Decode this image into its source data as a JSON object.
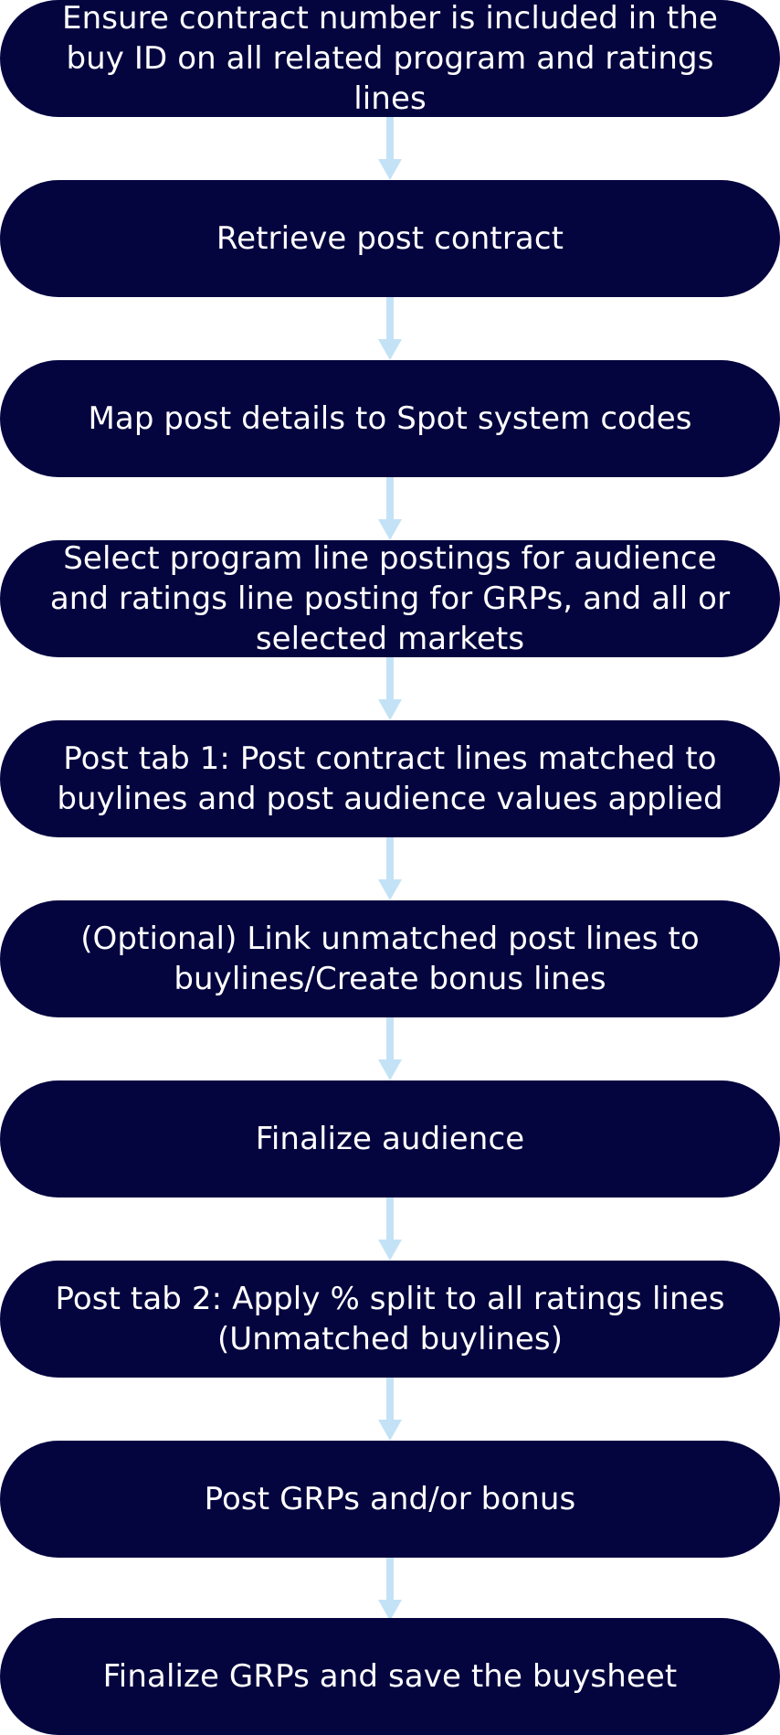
{
  "diagram": {
    "type": "vertical-flowchart",
    "colors": {
      "step_fill": "#04043f",
      "step_text": "#ffffff",
      "arrow": "#c4e2f6",
      "background": "#ffffff"
    },
    "steps": [
      {
        "label": "Ensure contract number is included in the buy ID on all related program and ratings lines"
      },
      {
        "label": "Retrieve post contract"
      },
      {
        "label": "Map post details to Spot system codes"
      },
      {
        "label": "Select program line postings for audience and ratings line posting for GRPs, and all or selected markets"
      },
      {
        "label": "Post tab 1: Post contract lines matched to buylines and post audience values applied"
      },
      {
        "label": "(Optional) Link unmatched post lines to buylines/Create bonus lines"
      },
      {
        "label": "Finalize audience"
      },
      {
        "label": "Post tab 2: Apply % split to all ratings lines (Unmatched buylines)"
      },
      {
        "label": "Post GRPs and/or bonus"
      },
      {
        "label": "Finalize GRPs and save the buysheet"
      }
    ]
  }
}
